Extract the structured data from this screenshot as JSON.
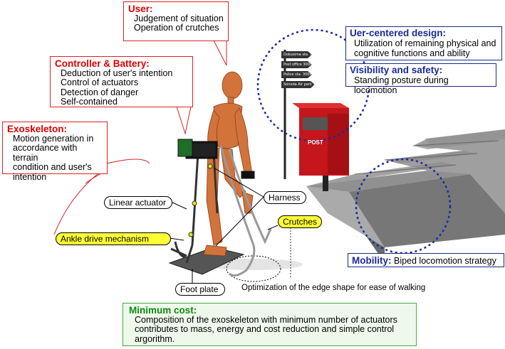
{
  "user": {
    "title": "User:",
    "lines": [
      "Judgement of situation",
      "Operation of crutches"
    ]
  },
  "controller": {
    "title": "Controller & Battery:",
    "lines": [
      "Deduction of user's intention",
      "Control of actuators",
      "Detection of danger",
      "Self-contained"
    ]
  },
  "exoskeleton": {
    "title": "Exoskeleton:",
    "lines": [
      "Motion generation in",
      "accordance with terrain",
      "condition and user's",
      "intention"
    ]
  },
  "user_centered": {
    "title": "Uer-centered design:",
    "lines": [
      "Utilization of remaining physical and",
      "cognitive functions and ability"
    ]
  },
  "visibility": {
    "title": "Visibility and safety:",
    "line": "Standing posture during locomotion"
  },
  "mobility": {
    "title": "Mobility:",
    "text": "Biped locomotion strategy"
  },
  "minimum_cost": {
    "title": "Minimum cost:",
    "lines": [
      "Composition of the exoskeleton with minimum number of actuators",
      "contributes to mass, energy and cost reduction and simple control",
      "argorithm."
    ]
  },
  "labels": {
    "linear_actuator": "Linear actuator",
    "harness": "Harness",
    "crutches": "Crutches",
    "ankle_drive": "Ankle drive mechanism",
    "foot_plate": "Foot plate",
    "edge_shape": "Optimization of the edge shape for ease of walking"
  },
  "signpost": [
    "Dokusima sta. 100m",
    "Post office 300m",
    "Police sta. 300m",
    "Sonoda Air park 1km"
  ],
  "mailbox": "POST",
  "colors": {
    "red_title": "#dd0000",
    "blue_title": "#1a2a9a",
    "green_title": "#0a8a10",
    "highlight": "#ffff33",
    "stairs": "#8c8c8c",
    "mailbox": "#c4161c",
    "figure": "#d2733c"
  }
}
